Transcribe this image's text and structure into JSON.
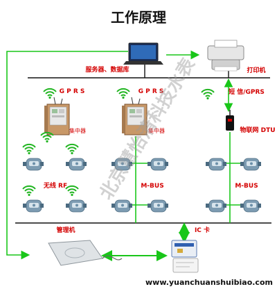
{
  "title": "工作原理",
  "labels": {
    "server": "服务器、数据库",
    "printer": "打印机",
    "gprs_left": "G P R S",
    "gprs_mid": "G P R S",
    "sms_gprs": "短 信/GPRS",
    "concentrator_left": "集中器",
    "concentrator_mid": "集中器",
    "iot_dtu": "物联网 DTU",
    "wireless_rf": "无线 RF",
    "mbus_mid": "M-BUS",
    "mbus_right": "M-BUS",
    "manager": "管理机",
    "ic_card": "IC 卡"
  },
  "watermark": "北京慧怡清科技水表",
  "website": "www.yuanchuanshuibiao.com",
  "colors": {
    "flow": "#19c619",
    "bus": "#111111",
    "label": "#d40000",
    "wifi": "#21b521",
    "meter": "#6b8fa8"
  }
}
